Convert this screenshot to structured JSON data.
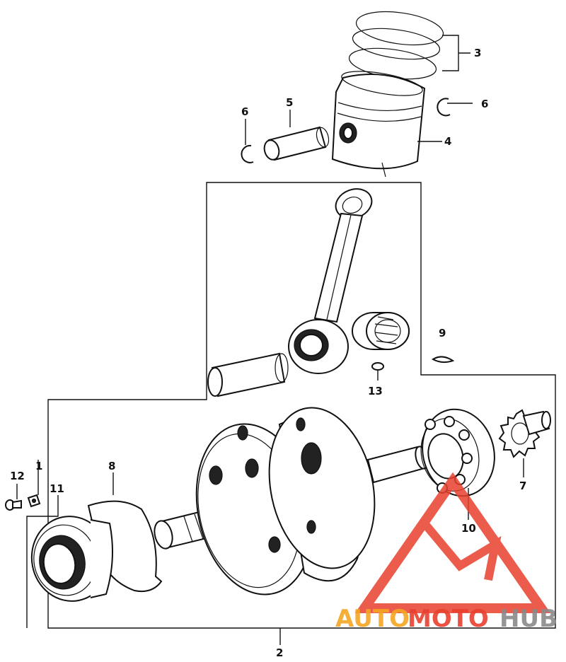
{
  "callouts": {
    "c1": "1",
    "c2": "2",
    "c3": "3",
    "c4": "4",
    "c5": "5",
    "c6a": "6",
    "c6b": "6",
    "c7": "7",
    "c8": "8",
    "c9": "9",
    "c10": "10",
    "c11": "11",
    "c12": "12",
    "c13": "13"
  },
  "watermark": {
    "part1": "AUTO",
    "part2": "MOTO",
    "part3": "HUB",
    "color_orange": "#f5a623",
    "color_red": "#e8402f",
    "color_gray": "#8a8a8a"
  }
}
